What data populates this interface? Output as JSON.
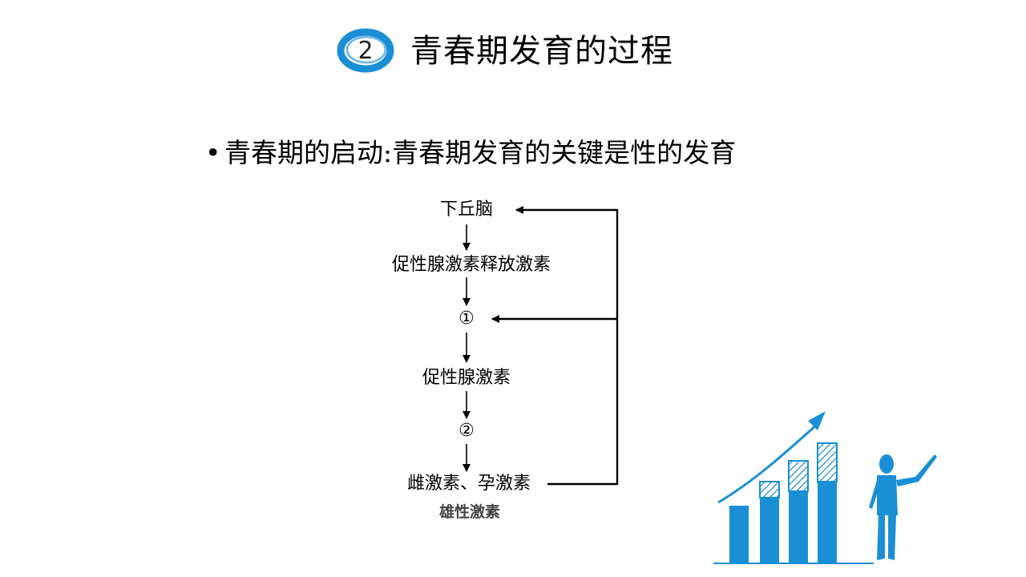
{
  "badge": {
    "number": "2",
    "color": "#1a8fd6"
  },
  "title": "青春期发育的过程",
  "bullet": {
    "symbol": "•",
    "text": "青春期的启动:青春期发育的关键是性的发育"
  },
  "diagram": {
    "nodes": [
      {
        "id": "hypothalamus",
        "label": "下丘脑"
      },
      {
        "id": "gnrh",
        "label": "促性腺激素释放激素"
      },
      {
        "id": "blank1",
        "label": "①"
      },
      {
        "id": "gonadotropin",
        "label": "促性腺激素"
      },
      {
        "id": "blank2",
        "label": "②"
      },
      {
        "id": "sex-hormones",
        "label": "雌激素、孕激素"
      }
    ],
    "edges": [
      {
        "from": "hypothalamus",
        "to": "gnrh"
      },
      {
        "from": "gnrh",
        "to": "blank1"
      },
      {
        "from": "blank1",
        "to": "gonadotropin"
      },
      {
        "from": "gonadotropin",
        "to": "blank2"
      },
      {
        "from": "blank2",
        "to": "sex-hormones"
      },
      {
        "from": "sex-hormones",
        "to": "hypothalamus",
        "type": "feedback"
      },
      {
        "from": "sex-hormones",
        "to": "blank1",
        "type": "feedback"
      }
    ],
    "caption": "雄性激素"
  },
  "illustration": {
    "name": "growth-chart-person",
    "color": "#1a8fd6"
  }
}
